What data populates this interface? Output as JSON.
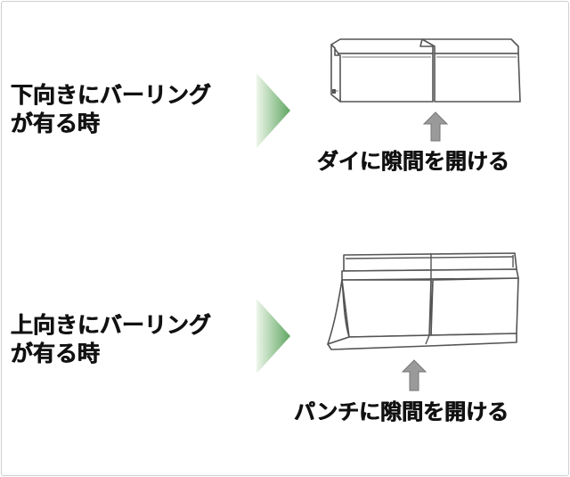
{
  "rows": [
    {
      "condition": [
        "下向きにバーリング",
        "が有る時"
      ],
      "instruction": "ダイに隙間を開ける"
    },
    {
      "condition": [
        "上向きにバーリング",
        "が有る時"
      ],
      "instruction": "パンチに隙間を開ける"
    }
  ],
  "colors": {
    "chevron_light": "#e6f2e1",
    "chevron_dark": "#5fa661",
    "arrow_fill": "#9a9a9a",
    "line": "#555555"
  },
  "icons": {
    "pointer": "chevron-right-icon",
    "up_arrow": "arrow-up-icon"
  }
}
